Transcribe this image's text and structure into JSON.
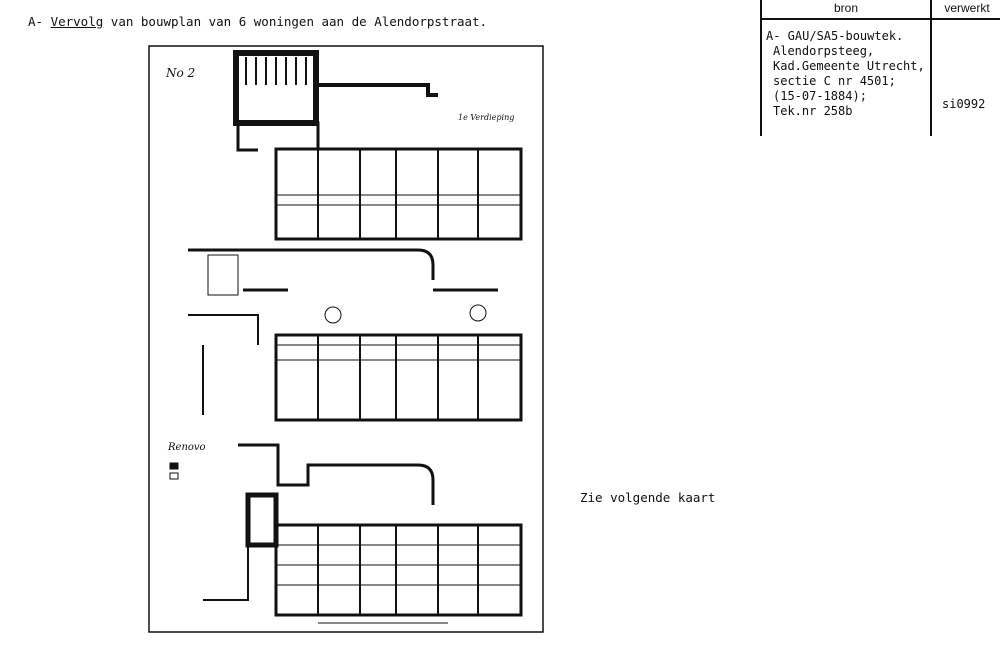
{
  "heading": {
    "prefix": "A- ",
    "underlined": "Vervolg",
    "rest": " van bouwplan van 6 woningen aan de Alendorpstraat."
  },
  "table": {
    "headers": [
      "bron",
      "verwerkt"
    ],
    "source_lines": [
      "A- GAU/SA5-bouwtek.",
      "Alendorpsteeg,",
      "Kad.Gemeente Utrecht,",
      "sectie C nr 4501;",
      "(15-07-1884);",
      "Tek.nr 258b"
    ],
    "verwerkt": "si0992"
  },
  "drawing": {
    "labels": [
      "No 2",
      "1e Verdieping",
      "Renovo"
    ]
  },
  "note": "Zie volgende kaart"
}
